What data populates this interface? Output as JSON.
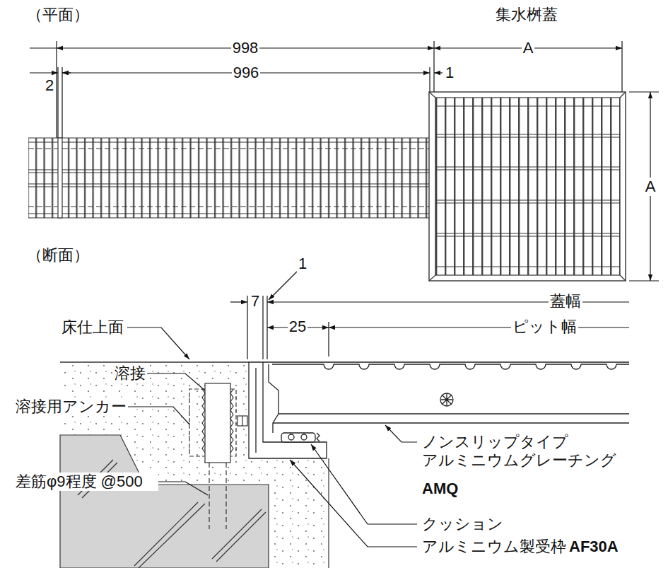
{
  "diagram": {
    "labels": [
      "（平面）",
      "集水桝蓋",
      "998",
      "A",
      "996",
      "2",
      "1",
      "A",
      "（断面）",
      "1",
      "7",
      "蓋幅",
      "25",
      "ピット幅",
      "床仕上面",
      "溶接",
      "溶接用アンカー",
      "ノンスリップタイプ アルミニウムグレーチング",
      "AMQ",
      "差筋φ9程度 @500",
      "クッション",
      "アルミニウム製受枠",
      "AF30A"
    ]
  }
}
